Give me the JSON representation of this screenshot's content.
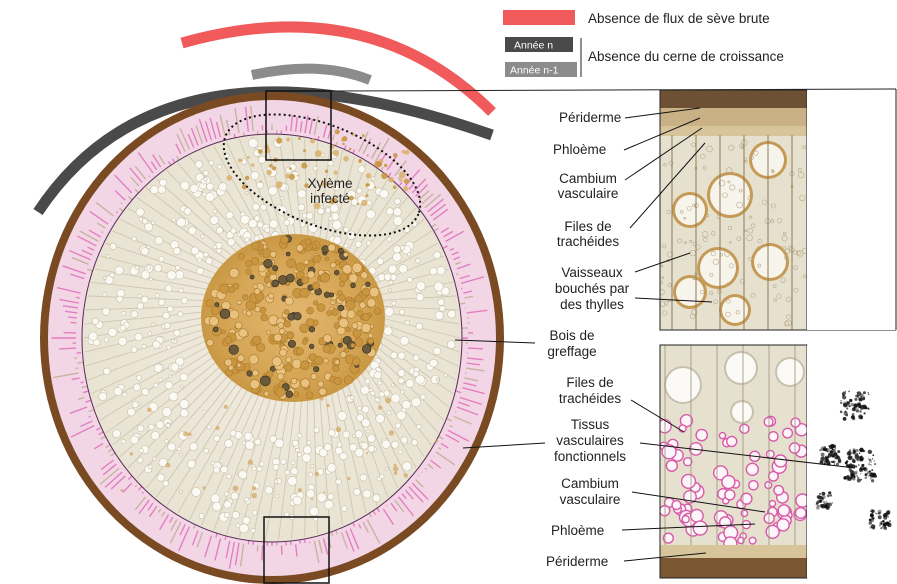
{
  "legend": {
    "sap_flow_absence": "Absence de flux de sève brute",
    "year_n": "Année n",
    "year_n_minus_1": "Année n-1",
    "growth_ring_absence": "Absence du cerne de croissance"
  },
  "colors": {
    "sap_flow_bar": "#f05a5a",
    "year_n_bar": "#4a4a4a",
    "year_n_minus_1_bar": "#8c8c8c",
    "periderm": "#7a4a22",
    "phloem_stain": "#e890c8",
    "infected_xylem": "#c8943a"
  },
  "section": {
    "infected_xylem_line1": "Xylème",
    "infected_xylem_line2": "infecté",
    "graft_wood_line1": "Bois de",
    "graft_wood_line2": "greffage"
  },
  "top_inset_labels": {
    "periderm": "Périderme",
    "phloem": "Phloème",
    "cambium_line1": "Cambium",
    "cambium_line2": "vasculaire",
    "tracheids_line1": "Files de",
    "tracheids_line2": "trachéides",
    "vessels_line1": "Vaisseaux",
    "vessels_line2": "bouchés par",
    "vessels_line3": "des thylles"
  },
  "bottom_inset_labels": {
    "tracheids_line1": "Files de",
    "tracheids_line2": "trachéides",
    "tissues_line1": "Tissus",
    "tissues_line2": "vasculaires",
    "tissues_line3": "fonctionnels",
    "cambium_line1": "Cambium",
    "cambium_line2": "vasculaire",
    "phloem": "Phloème",
    "periderm": "Périderme"
  }
}
